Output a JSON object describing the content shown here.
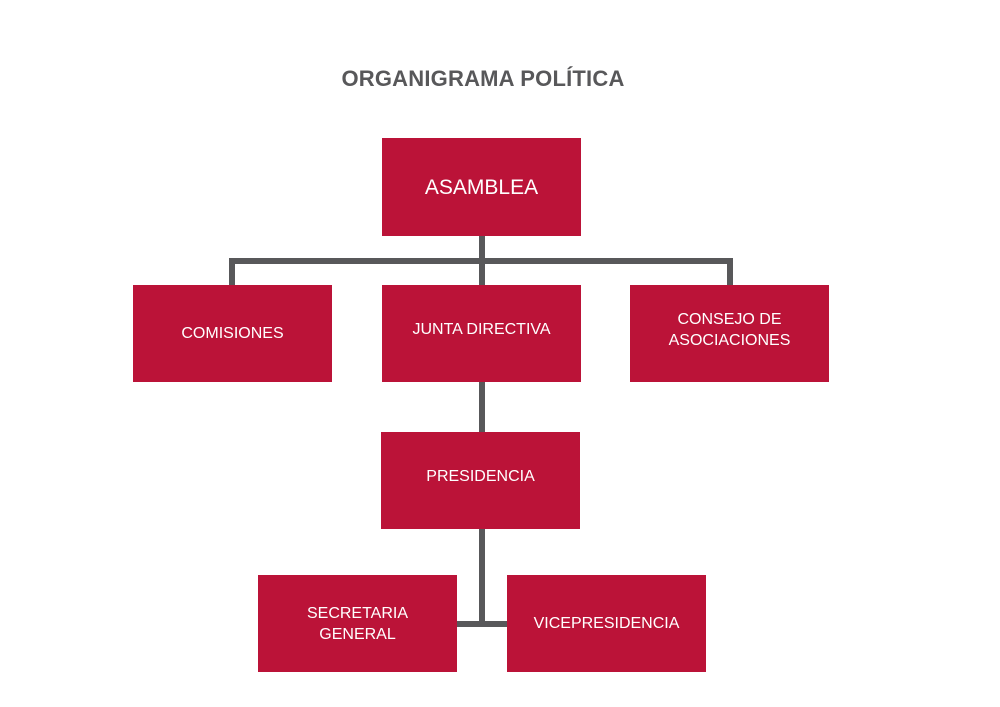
{
  "title": "ORGANIGRAMA POLÍTICA",
  "colors": {
    "box_fill": "#bb1338",
    "box_text": "#ffffff",
    "connector": "#58585a",
    "title": "#58585a"
  },
  "nodes": {
    "asamblea": "ASAMBLEA",
    "comisiones": "COMISIONES",
    "junta_directiva": "JUNTA DIRECTIVA",
    "consejo_asociaciones": "CONSEJO DE\nASOCIACIONES",
    "presidencia": "PRESIDENCIA",
    "secretaria_general": "SECRETARIA\nGENERAL",
    "vicepresidencia": "VICEPRESIDENCIA"
  },
  "edges": [
    [
      "asamblea",
      "comisiones"
    ],
    [
      "asamblea",
      "junta_directiva"
    ],
    [
      "asamblea",
      "consejo_asociaciones"
    ],
    [
      "junta_directiva",
      "presidencia"
    ],
    [
      "presidencia",
      "secretaria_general"
    ],
    [
      "presidencia",
      "vicepresidencia"
    ]
  ]
}
